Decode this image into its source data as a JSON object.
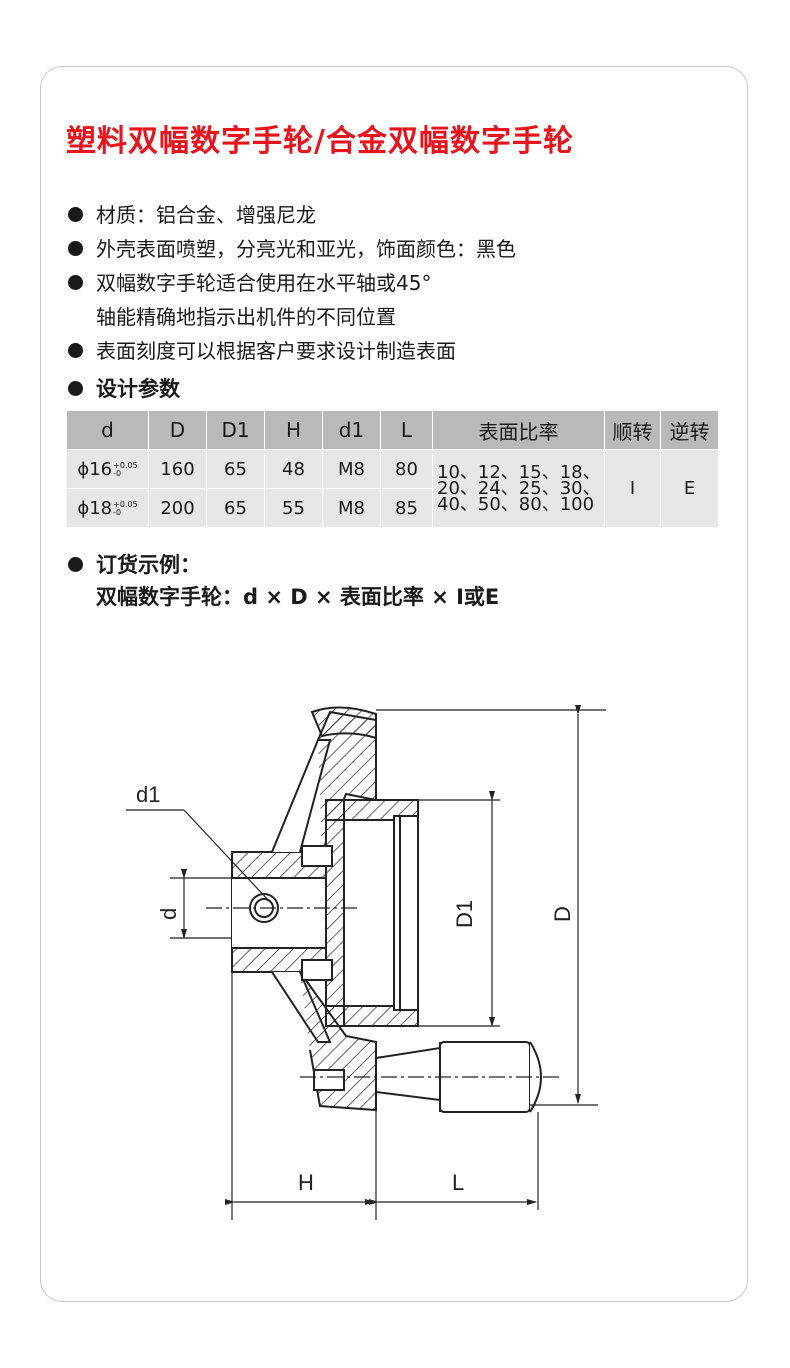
{
  "title": "塑料双幅数字手轮/合金双幅数字手轮",
  "features": [
    {
      "text": "材质：铝合金、增强尼龙"
    },
    {
      "text": "外壳表面喷塑，分亮光和亚光，饰面颜色：黑色"
    },
    {
      "text": "双幅数字手轮适合使用在水平轴或45°",
      "cont": "轴能精确地指示出机件的不同位置"
    },
    {
      "text": "表面刻度可以根据客户要求设计制造表面"
    }
  ],
  "params_heading": "设计参数",
  "table": {
    "headers": [
      "d",
      "D",
      "D1",
      "H",
      "d1",
      "L",
      "表面比率",
      "顺转",
      "逆转"
    ],
    "rows": [
      {
        "d": "ϕ16",
        "tol_up": "+0.05",
        "tol_low": "-0",
        "D": "160",
        "D1": "65",
        "H": "48",
        "d1": "M8",
        "L": "80"
      },
      {
        "d": "ϕ18",
        "tol_up": "+0.05",
        "tol_low": "-0",
        "D": "200",
        "D1": "65",
        "H": "55",
        "d1": "M8",
        "L": "85"
      }
    ],
    "ratio_lines": [
      "10、12、15、18、",
      "20、24、25、30、",
      "40、50、80、100"
    ],
    "cw": "I",
    "ccw": "E"
  },
  "order": {
    "heading": "订货示例：",
    "example": "双幅数字手轮：d × D × 表面比率 × I或E"
  },
  "drawing": {
    "labels": {
      "d1": "d1",
      "d": "d",
      "D1": "D1",
      "D": "D",
      "H": "H",
      "L": "L"
    }
  }
}
